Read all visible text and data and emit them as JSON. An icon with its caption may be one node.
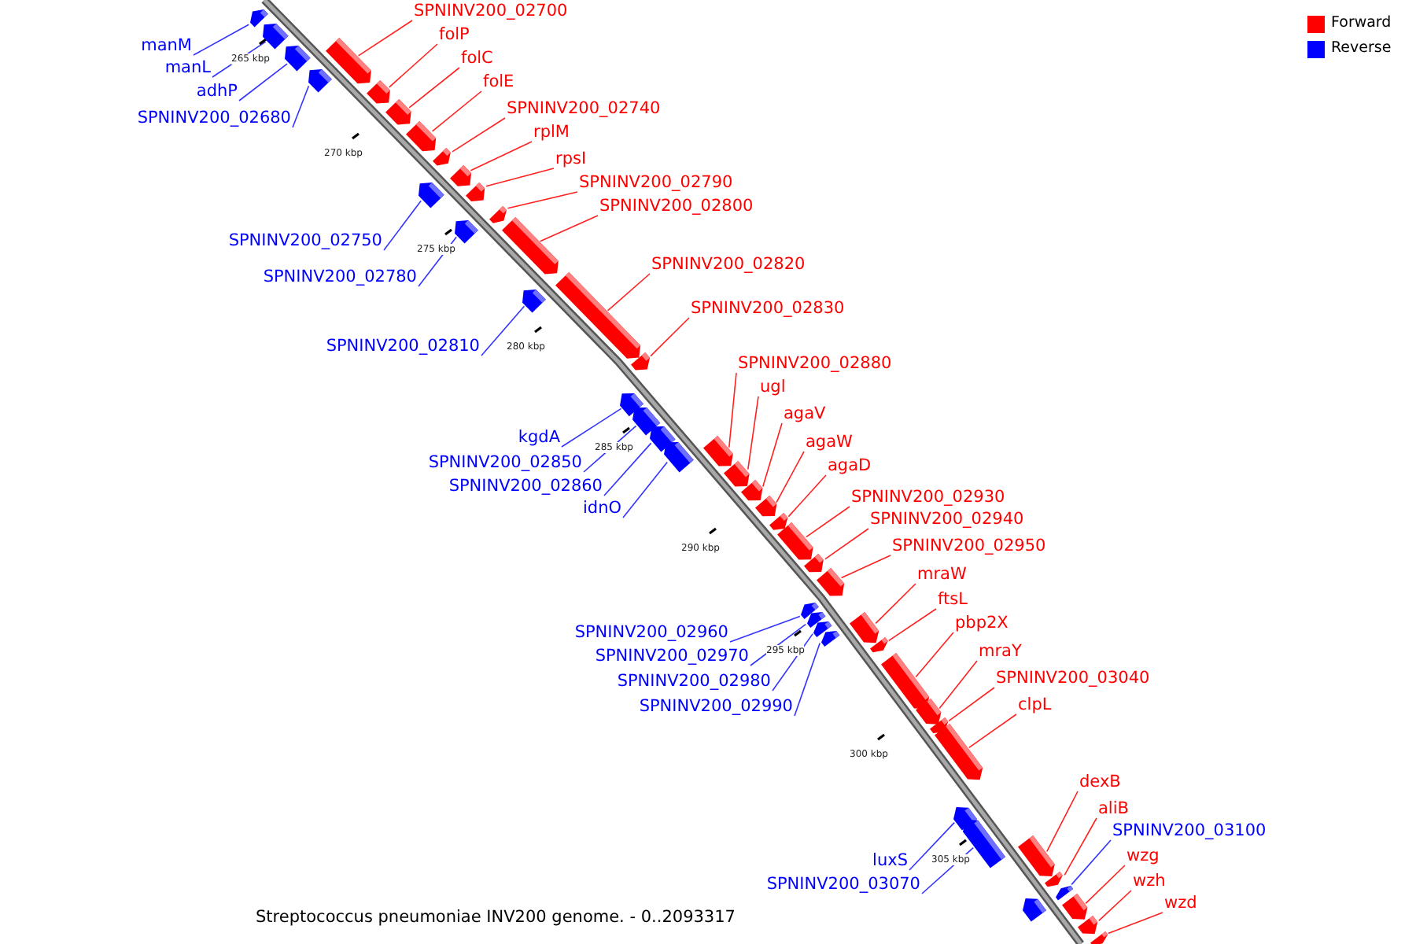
{
  "diagram": {
    "caption": "Streptococcus pneumoniae INV200 genome. - 0..2093317",
    "nodes": [
      {
        "text": [
          "manM"
        ]
      },
      {
        "text": [],
        "shape": "arrow"
      },
      {
        "text": [
          "manL"
        ]
      },
      {
        "text": [],
        "shape": "arrow"
      },
      {
        "text": [
          "SPNINV200_02700"
        ]
      },
      {
        "text": [],
        "shape": "arrow"
      },
      {
        "text": [
          "adhP"
        ]
      },
      {
        "text": [],
        "shape": "arrow"
      },
      {
        "text": [
          "folP"
        ]
      },
      {
        "text": [],
        "shape": "arrow"
      },
      {
        "text": [
          "SPNINV200_02680"
        ]
      },
      {
        "text": [],
        "shape": "arrow"
      },
      {
        "text": [
          "folC"
        ]
      },
      {
        "text": [],
        "shape": "arrow"
      },
      {
        "text": [
          "folE"
        ]
      },
      {
        "text": [],
        "shape": "arrow"
      },
      {
        "text": [
          "SPNINV200_02740"
        ]
      },
      {
        "text": [],
        "shape": "arrow"
      },
      {
        "text": [
          "rplM"
        ]
      },
      {
        "text": [],
        "shape": "arrow"
      },
      {
        "text": [
          "SPNINV200_02750"
        ]
      },
      {
        "text": [],
        "shape": "arrow"
      },
      {
        "text": [
          "rpsI"
        ]
      },
      {
        "text": [],
        "shape": "arrow"
      },
      {
        "text": [
          "SPNINV200_02790"
        ]
      },
      {
        "text": [],
        "shape": "arrow"
      },
      {
        "text": [
          "SPNINV200_02780"
        ]
      },
      {
        "text": [],
        "shape": "arrow"
      },
      {
        "text": [
          "SPNINV200_02800"
        ]
      },
      {
        "text": [],
        "shape": "arrow"
      },
      {
        "text": [
          "SPNINV200_02810"
        ]
      },
      {
        "text": [],
        "shape": "arrow"
      },
      {
        "text": [
          "SPNINV200_02820"
        ]
      },
      {
        "text": [],
        "shape": "arrow"
      },
      {
        "text": [
          "SPNINV200_02830"
        ]
      },
      {
        "text": [],
        "shape": "arrow"
      },
      {
        "text": [
          "kgdA"
        ]
      },
      {
        "text": [],
        "shape": "arrow"
      },
      {
        "text": [
          "SPNINV200_02850"
        ]
      },
      {
        "text": [],
        "shape": "arrow"
      },
      {
        "text": [
          "SPNINV200_02860"
        ]
      },
      {
        "text": [],
        "shape": "arrow"
      },
      {
        "text": [
          "idnO"
        ]
      },
      {
        "text": [],
        "shape": "arrow"
      },
      {
        "text": [
          "SPNINV200_02880"
        ]
      },
      {
        "text": [],
        "shape": "arrow"
      },
      {
        "text": [
          "ugl"
        ]
      },
      {
        "text": [],
        "shape": "arrow"
      },
      {
        "text": [
          "agaV"
        ]
      },
      {
        "text": [],
        "shape": "arrow"
      },
      {
        "text": [
          "agaW"
        ]
      },
      {
        "text": [],
        "shape": "arrow"
      },
      {
        "text": [
          "agaD"
        ]
      },
      {
        "text": [],
        "shape": "arrow"
      },
      {
        "text": [
          "SPNINV200_02930"
        ]
      },
      {
        "text": [],
        "shape": "arrow"
      },
      {
        "text": [
          "SPNINV200_02940"
        ]
      },
      {
        "text": [],
        "shape": "arrow"
      },
      {
        "text": [
          "SPNINV200_02950"
        ]
      },
      {
        "text": [],
        "shape": "arrow"
      },
      {
        "text": [
          "SPNINV200_02960"
        ]
      },
      {
        "text": [],
        "shape": "arrow"
      },
      {
        "text": [
          "SPNINV200_02970"
        ]
      },
      {
        "text": [],
        "shape": "arrow"
      },
      {
        "text": [
          "SPNINV200_02980"
        ]
      },
      {
        "text": [],
        "shape": "arrow"
      },
      {
        "text": [
          "SPNINV200_02990"
        ]
      },
      {
        "text": [],
        "shape": "arrow"
      },
      {
        "text": [
          "mraW"
        ]
      },
      {
        "text": [],
        "shape": "arrow"
      },
      {
        "text": [
          "ftsL"
        ]
      },
      {
        "text": [],
        "shape": "arrow"
      },
      {
        "text": [
          "pbp2X"
        ]
      },
      {
        "text": [],
        "shape": "arrow"
      },
      {
        "text": [
          "mraY"
        ]
      },
      {
        "text": [],
        "shape": "arrow"
      },
      {
        "text": [
          "SPNINV200_03040"
        ]
      },
      {
        "text": [],
        "shape": "arrow"
      },
      {
        "text": [
          "clpL"
        ]
      },
      {
        "text": [],
        "shape": "arrow"
      },
      {
        "text": [
          "luxS"
        ]
      },
      {
        "text": [],
        "shape": "arrow"
      },
      {
        "text": [
          "SPNINV200_03070"
        ]
      },
      {
        "text": [],
        "shape": "arrow"
      },
      {
        "text": [
          "dexB"
        ]
      },
      {
        "text": [],
        "shape": "arrow"
      },
      {
        "text": [
          "aliB"
        ]
      },
      {
        "text": [],
        "shape": "arrow"
      },
      {
        "text": [
          "SPNINV200_03100"
        ]
      },
      {
        "text": [],
        "shape": "arrow"
      },
      {
        "text": [
          "wzg"
        ]
      },
      {
        "text": [],
        "shape": "arrow"
      },
      {
        "text": [
          "wzh"
        ]
      },
      {
        "text": [],
        "shape": "arrow"
      },
      {
        "text": [
          "wzd"
        ]
      },
      {
        "text": [],
        "shape": "arrow"
      },
      {
        "text": [],
        "shape": "arrow"
      }
    ],
    "edges": [
      {
        "from": 0,
        "to": 1,
        "arrow": "none",
        "color": "#3333ff"
      },
      {
        "from": 2,
        "to": 3,
        "arrow": "none",
        "color": "#3333ff"
      },
      {
        "from": 4,
        "to": 5,
        "arrow": "none"
      },
      {
        "from": 6,
        "to": 7,
        "arrow": "none",
        "color": "#3333ff"
      },
      {
        "from": 8,
        "to": 9,
        "arrow": "none"
      },
      {
        "from": 10,
        "to": 11,
        "arrow": "none",
        "color": "#3333ff"
      },
      {
        "from": 12,
        "to": 13,
        "arrow": "none"
      },
      {
        "from": 14,
        "to": 15,
        "arrow": "none"
      },
      {
        "from": 16,
        "to": 17,
        "arrow": "none"
      },
      {
        "from": 18,
        "to": 19,
        "arrow": "none"
      },
      {
        "from": 20,
        "to": 21,
        "arrow": "none",
        "color": "#3333ff"
      },
      {
        "from": 22,
        "to": 23,
        "arrow": "none"
      },
      {
        "from": 24,
        "to": 25,
        "arrow": "none"
      },
      {
        "from": 26,
        "to": 27,
        "arrow": "none",
        "color": "#3333ff"
      },
      {
        "from": 28,
        "to": 29,
        "arrow": "none"
      },
      {
        "from": 30,
        "to": 31,
        "arrow": "none",
        "color": "#3333ff"
      },
      {
        "from": 32,
        "to": 33,
        "arrow": "none"
      },
      {
        "from": 34,
        "to": 35,
        "arrow": "none"
      },
      {
        "from": 36,
        "to": 37,
        "arrow": "none",
        "color": "#3333ff"
      },
      {
        "from": 38,
        "to": 39,
        "arrow": "none",
        "color": "#3333ff"
      },
      {
        "from": 40,
        "to": 41,
        "arrow": "none",
        "color": "#3333ff"
      },
      {
        "from": 42,
        "to": 43,
        "arrow": "none",
        "color": "#3333ff"
      },
      {
        "from": 44,
        "to": 45,
        "arrow": "none"
      },
      {
        "from": 46,
        "to": 47,
        "arrow": "none"
      },
      {
        "from": 48,
        "to": 49,
        "arrow": "none"
      },
      {
        "from": 50,
        "to": 51,
        "arrow": "none"
      },
      {
        "from": 52,
        "to": 53,
        "arrow": "none"
      },
      {
        "from": 54,
        "to": 55,
        "arrow": "none"
      },
      {
        "from": 56,
        "to": 57,
        "arrow": "none"
      },
      {
        "from": 58,
        "to": 59,
        "arrow": "none"
      },
      {
        "from": 60,
        "to": 61,
        "arrow": "none",
        "color": "#3333ff"
      },
      {
        "from": 62,
        "to": 63,
        "arrow": "none",
        "color": "#3333ff"
      },
      {
        "from": 64,
        "to": 65,
        "arrow": "none",
        "color": "#3333ff"
      },
      {
        "from": 66,
        "to": 67,
        "arrow": "none",
        "color": "#3333ff"
      },
      {
        "from": 68,
        "to": 69,
        "arrow": "none"
      },
      {
        "from": 70,
        "to": 71,
        "arrow": "none"
      },
      {
        "from": 72,
        "to": 73,
        "arrow": "none"
      },
      {
        "from": 74,
        "to": 75,
        "arrow": "none"
      },
      {
        "from": 76,
        "to": 77,
        "arrow": "none"
      },
      {
        "from": 78,
        "to": 79,
        "arrow": "none"
      },
      {
        "from": 80,
        "to": 81,
        "arrow": "none",
        "color": "#3333ff"
      },
      {
        "from": 82,
        "to": 83,
        "arrow": "none",
        "color": "#3333ff"
      },
      {
        "from": 84,
        "to": 85,
        "arrow": "none"
      },
      {
        "from": 86,
        "to": 87,
        "arrow": "none"
      },
      {
        "from": 88,
        "to": 89,
        "arrow": "none",
        "color": "#3333ff"
      },
      {
        "from": 90,
        "to": 91,
        "arrow": "none"
      },
      {
        "from": 92,
        "to": 93,
        "arrow": "none"
      },
      {
        "from": 94,
        "to": 95,
        "arrow": "none"
      }
    ],
    "labels": [
      "265 kbp",
      "270 kbp",
      "275 kbp",
      "280 kbp",
      "285 kbp",
      "290 kbp",
      "295 kbp",
      "300 kbp",
      "305 kbp"
    ],
    "legend": [
      {
        "text": "Forward",
        "color": "#ff0000"
      },
      {
        "text": "Reverse",
        "color": "#0000ff"
      }
    ]
  }
}
